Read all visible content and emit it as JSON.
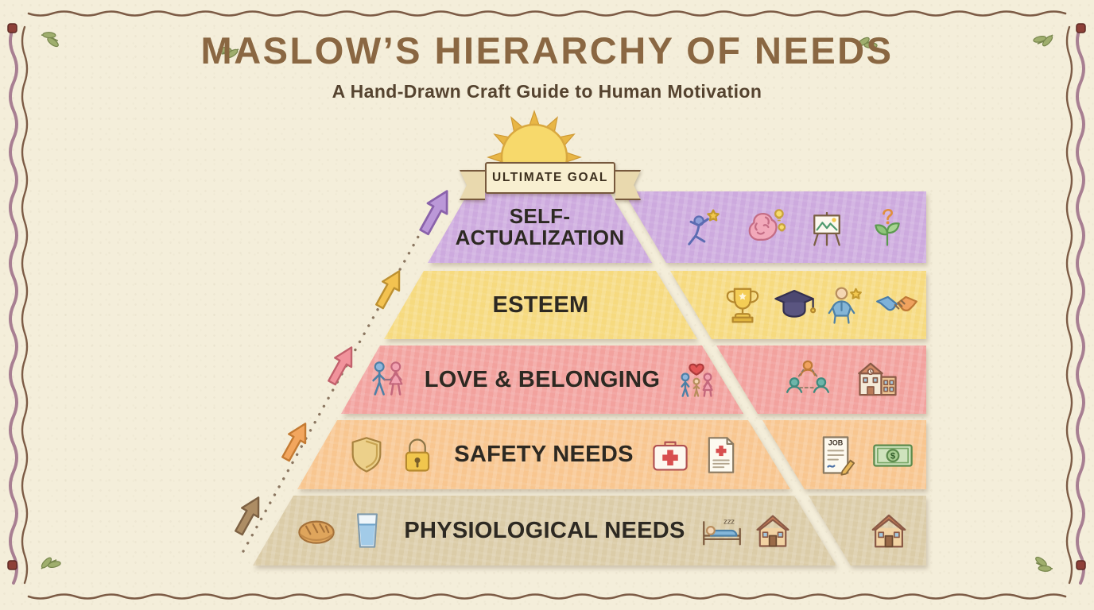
{
  "page": {
    "title": "MASLOW’S HIERARCHY OF NEEDS",
    "subtitle": "A Hand-Drawn Craft Guide to Human Motivation",
    "banner": "ULTIMATE GOAL"
  },
  "pyramid": {
    "levels": [
      {
        "id": "self-actualization",
        "label": "SELF-ACTUALIZATION",
        "color": "#cdaade",
        "icons_left": [],
        "icons_right": [],
        "icons_strip": [
          "person-reaching-star",
          "brain-ideas",
          "art-easel",
          "sprout-question"
        ]
      },
      {
        "id": "esteem",
        "label": "ESTEEM",
        "color": "#f6da7f",
        "icons_left": [],
        "icons_right": [],
        "icons_strip": [
          "trophy",
          "graduation-cap",
          "person-star",
          "handshake"
        ]
      },
      {
        "id": "love-belonging",
        "label": "LOVE & BELONGING",
        "color": "#f2a29e",
        "icons_left": [
          "couple"
        ],
        "icons_right": [
          "family-heart"
        ],
        "icons_strip": [
          "people-network",
          "school-building"
        ]
      },
      {
        "id": "safety",
        "label": "SAFETY NEEDS",
        "color": "#f8c690",
        "icons_left": [
          "shield",
          "padlock"
        ],
        "icons_right": [
          "first-aid-kit",
          "medical-document"
        ],
        "icons_strip": [
          "job-contract",
          "money-bill"
        ]
      },
      {
        "id": "physiological",
        "label": "PHYSIOLOGICAL NEEDS",
        "color": "#dbcca8",
        "icons_left": [
          "bread",
          "water-glass"
        ],
        "icons_right": [
          "sleeping-bed",
          "house"
        ],
        "icons_strip": [
          "house"
        ]
      }
    ]
  },
  "arrows": [
    {
      "name": "arrow-physiological",
      "color": "#ad8d64",
      "stroke": "#7d6143"
    },
    {
      "name": "arrow-safety",
      "color": "#f2a65e",
      "stroke": "#c47a32"
    },
    {
      "name": "arrow-love-belonging",
      "color": "#f1939c",
      "stroke": "#c2616c"
    },
    {
      "name": "arrow-esteem",
      "color": "#f3c250",
      "stroke": "#bd9030"
    },
    {
      "name": "arrow-self-actualization",
      "color": "#bb98d8",
      "stroke": "#8a62ab"
    }
  ],
  "icon_texts": {
    "job_title": "JOB",
    "money_symbol": "$",
    "sleep_text": "zzz"
  },
  "decor": {
    "border_outer_color": "#7c5b45",
    "border_inner_color": "#a87f92",
    "leaf_color": "#9fae6d",
    "sun_fill": "#f7d96b",
    "sun_ray": "#e8b645",
    "dotted_line": "#8b7660"
  }
}
